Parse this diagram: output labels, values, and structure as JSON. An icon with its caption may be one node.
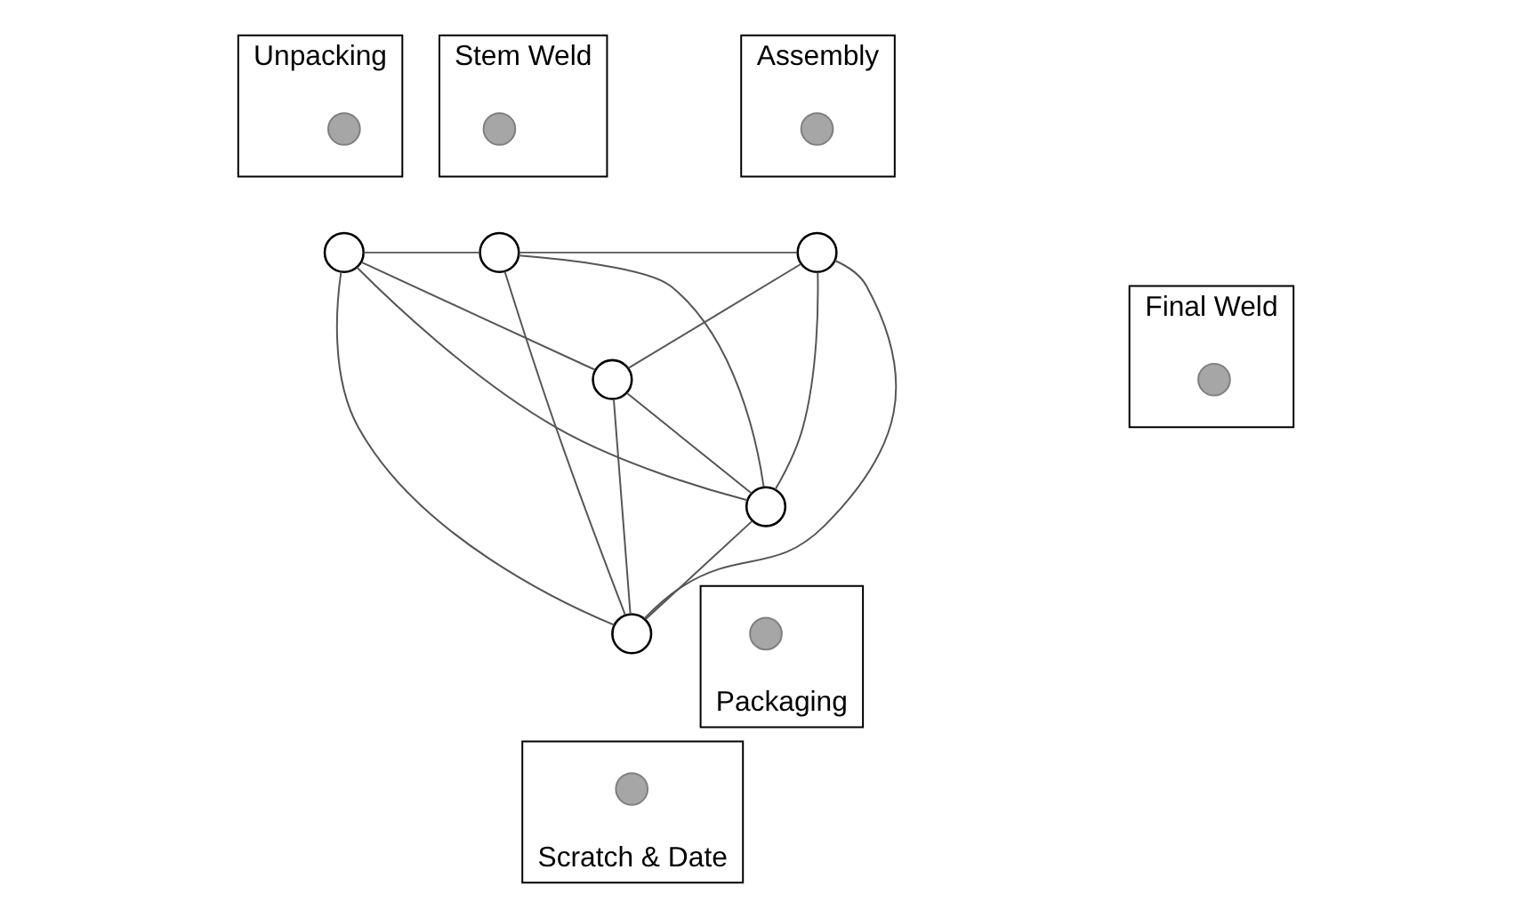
{
  "diagram": {
    "nodes": [
      {
        "text": [
          "Unpacking"
        ]
      },
      {
        "text": [],
        "shape": "circle",
        "in": 0
      },
      {
        "text": [
          "Stem Weld"
        ]
      },
      {
        "text": [],
        "shape": "circle",
        "in": 2
      },
      {
        "text": [
          "Assembly"
        ]
      },
      {
        "text": [],
        "shape": "circle",
        "in": 4
      },
      {
        "text": [
          "Final Weld"
        ]
      },
      {
        "text": [],
        "shape": "circle",
        "in": 6
      },
      {
        "text": [],
        "shape": "circle"
      },
      {
        "text": [],
        "shape": "circle"
      },
      {
        "text": [],
        "shape": "circle"
      },
      {
        "text": [],
        "shape": "circle"
      },
      {
        "text": [],
        "shape": "circle"
      },
      {
        "text": [],
        "shape": "circle"
      },
      {
        "text": [
          "Packaging"
        ]
      },
      {
        "text": [],
        "shape": "circle",
        "in": 14
      },
      {
        "text": [
          "Scratch & Date"
        ]
      },
      {
        "text": [],
        "shape": "circle",
        "in": 16
      }
    ],
    "edges": [
      {
        "from": 8,
        "to": 9,
        "arrow": "none"
      },
      {
        "from": 8,
        "to": 11,
        "arrow": "none"
      },
      {
        "from": 8,
        "to": 13,
        "arrow": "none"
      },
      {
        "from": 8,
        "to": 12,
        "arrow": "none"
      },
      {
        "from": 9,
        "to": 10,
        "arrow": "none"
      },
      {
        "from": 9,
        "to": 12,
        "arrow": "none"
      },
      {
        "from": 9,
        "to": 13,
        "arrow": "none"
      },
      {
        "from": 10,
        "to": 11,
        "arrow": "none"
      },
      {
        "from": 10,
        "to": 12,
        "arrow": "none"
      },
      {
        "from": 10,
        "to": 13,
        "arrow": "none"
      },
      {
        "from": 11,
        "to": 12,
        "arrow": "none"
      },
      {
        "from": 11,
        "to": 13,
        "arrow": "none"
      },
      {
        "from": 12,
        "to": 13,
        "arrow": "none"
      }
    ]
  }
}
